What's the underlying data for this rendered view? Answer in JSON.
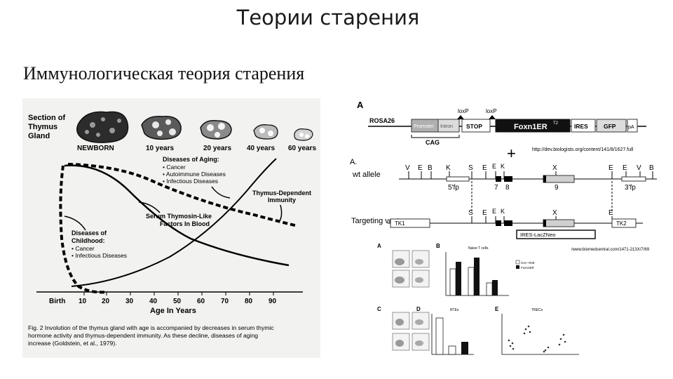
{
  "slide": {
    "title": "Теории старения",
    "subtitle": "Иммунологическая теория старения"
  },
  "thymus_figure": {
    "section_label_lines": [
      "Section of",
      "Thymus",
      "Gland"
    ],
    "stages": [
      "NEWBORN",
      "10 years",
      "20 years",
      "40 years",
      "60 years"
    ],
    "aging_box_title": "Diseases of Aging:",
    "aging_items": [
      "• Cancer",
      "• Autoimmune Diseases",
      "• Infectious Diseases"
    ],
    "immunity_label_lines": [
      "Thymus-Dependent",
      "Immunity"
    ],
    "thymosin_label_lines": [
      "Serum Thymosin-Like",
      "Factors In Blood"
    ],
    "childhood_title_lines": [
      "Diseases of",
      "Childhood:"
    ],
    "childhood_items": [
      "• Cancer",
      "• Infectious Diseases"
    ],
    "x_ticks": [
      "Birth",
      "10",
      "20",
      "30",
      "40",
      "50",
      "60",
      "70",
      "80",
      "90"
    ],
    "x_label": "Age In Years",
    "caption_lines": [
      "Fig. 2 Involution of the thymus gland with age is accompanied by decreases in serum thymic",
      "hormone activity and thymus-dependent immunity. As these decline, diseases of aging",
      "increase (Goldstein, et al., 1979)."
    ]
  },
  "construct_figure": {
    "panel_letter_top": "A",
    "rosa_label": "ROSA26",
    "segments": [
      "Promoter",
      "Intron",
      "STOP",
      "Foxn1ER",
      "IRES",
      "GFP",
      "pA"
    ],
    "superscript": "T2",
    "loxp_labels": [
      "loxP",
      "loxP"
    ],
    "cag_label": "CAG",
    "plus": "+",
    "url_top": "http://dev.biologists.org/content/141/8/1627.full",
    "panel_letter_mid": "A.",
    "wt_label": "wt allele",
    "wt_sites": [
      "V",
      "E",
      "B",
      "K",
      "S",
      "E",
      "E",
      "K",
      "X",
      "E",
      "E",
      "V",
      "B"
    ],
    "wt_markers": [
      "5'fp",
      "7",
      "8",
      "9",
      "3'fp"
    ],
    "tv_label": "Targeting vector",
    "tv_sites": [
      "S",
      "E",
      "E",
      "K",
      "X",
      "E"
    ],
    "tv_boxes": [
      "TK1",
      "IRES-LacZNeo",
      "TK2"
    ],
    "url_mid": "/www.biomedcentral.com/1471-213X/7/69"
  },
  "panels_figure": {
    "panel_letters": [
      "A",
      "B",
      "C",
      "D",
      "E"
    ],
    "b_title": "Naive T cells",
    "d_title": "RTEs",
    "e_title": "TRECs",
    "legend": [
      "Cre+ R26",
      "Foxn1ER"
    ]
  }
}
